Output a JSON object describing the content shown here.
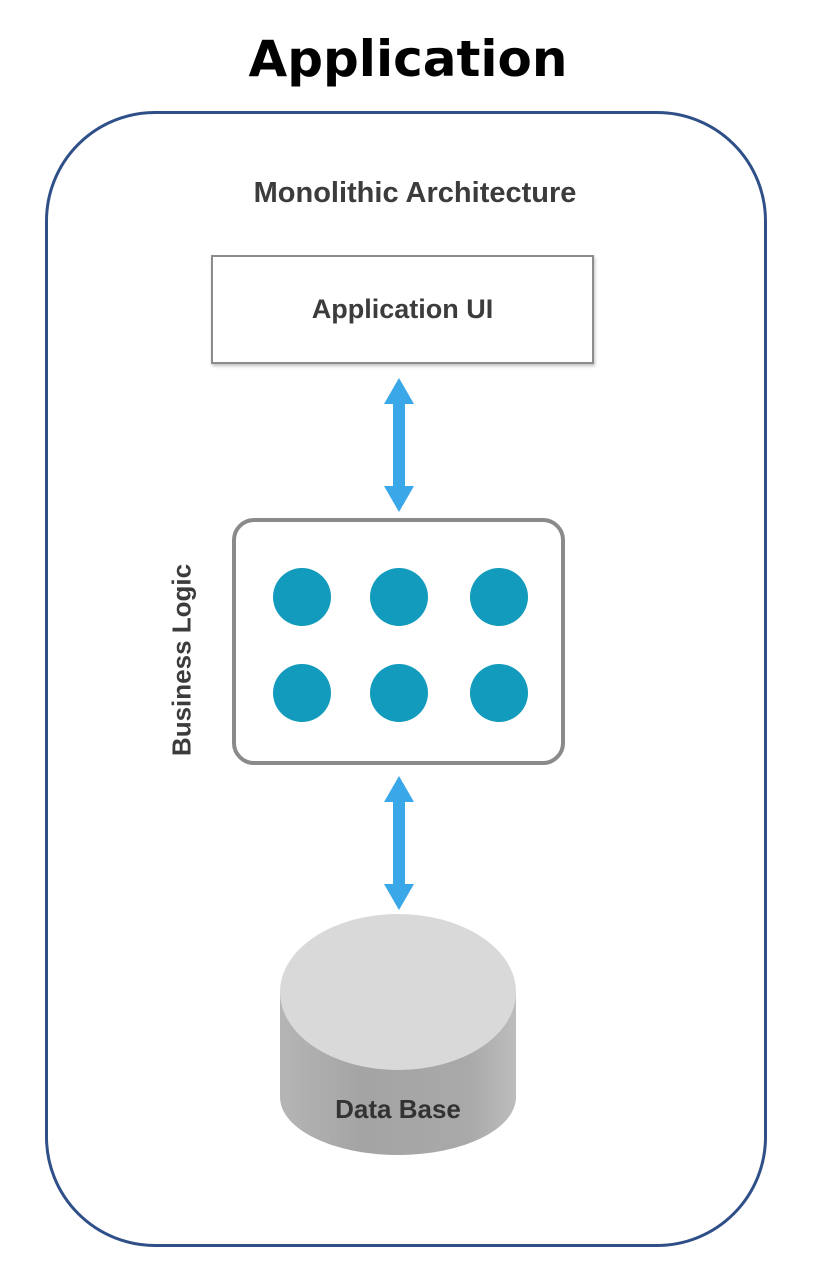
{
  "title": "Application",
  "diagram": {
    "subtitle": "Monolithic Architecture",
    "ui_box_label": "Application UI",
    "logic_label": "Business Logic",
    "database_label": "Data Base",
    "component_count": 6
  },
  "colors": {
    "frame_border": "#2f4f88",
    "arrow": "#3aa7e8",
    "component": "#139bbd",
    "box_border": "#8a8a8a",
    "db_top": "#d8d8d8",
    "db_side": "#a9a9a9"
  }
}
